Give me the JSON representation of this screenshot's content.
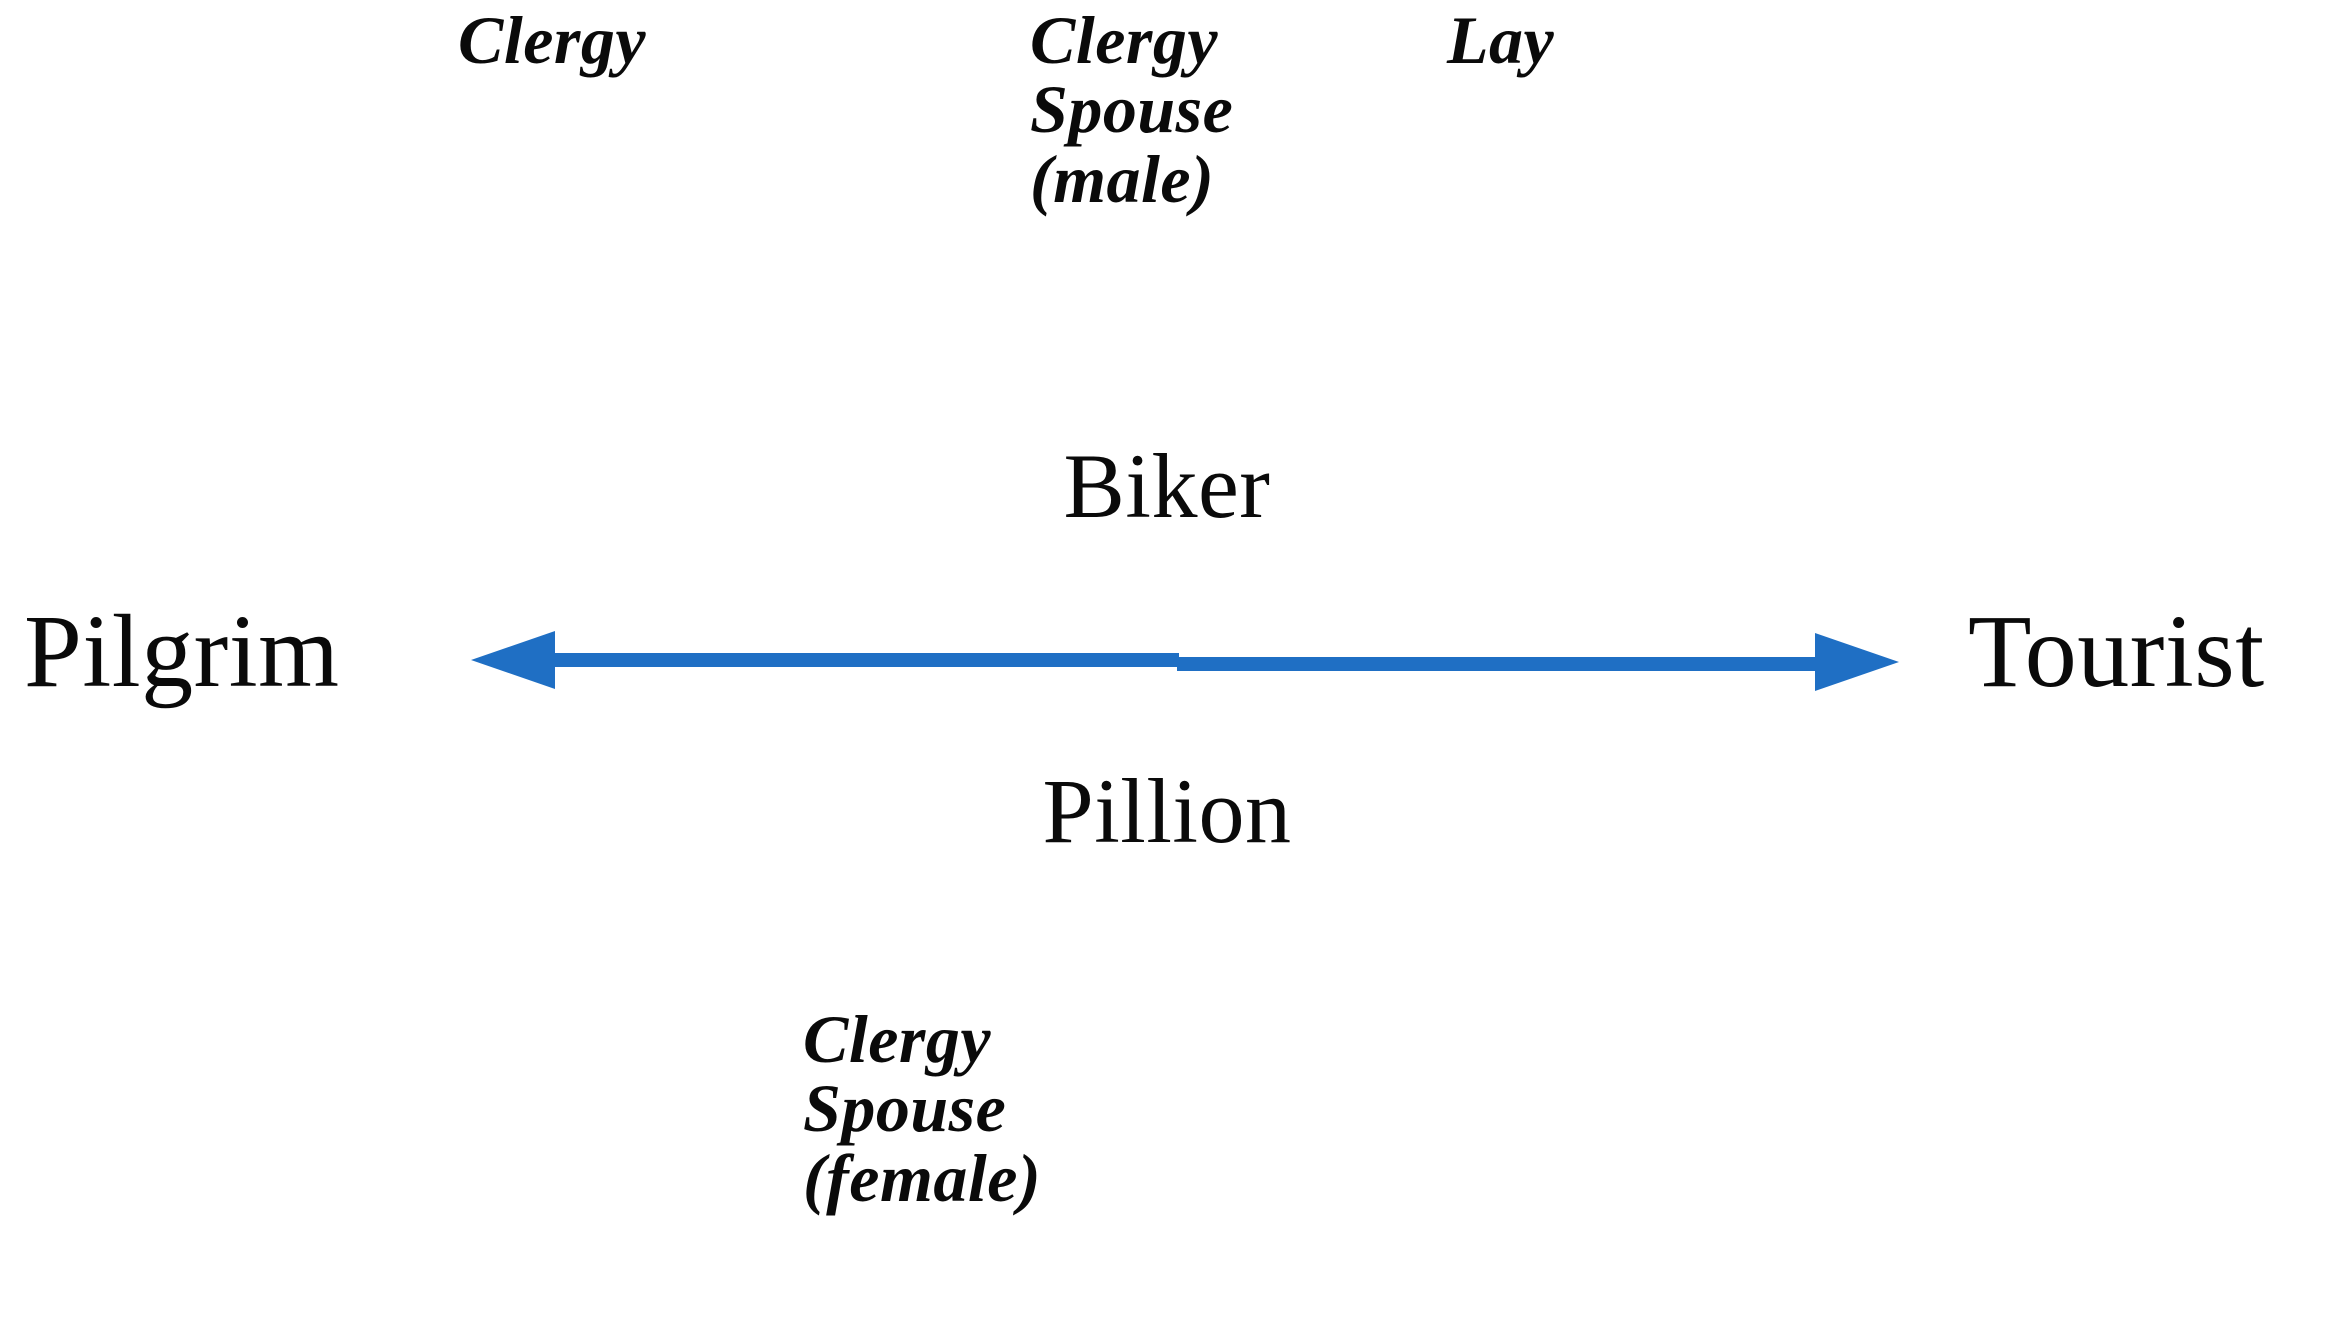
{
  "figure": {
    "type": "continuum-diagram",
    "background_color": "#ffffff",
    "text_color": "#0a0a0a",
    "arrow_color": "#1F6FC4"
  },
  "axis": {
    "left_pole": "Pilgrim",
    "right_pole": "Tourist",
    "arrow_style": "double-headed",
    "arrow_color": "#1F6FC4",
    "arrow_icon": "double-arrow-horizontal-icon"
  },
  "roles": {
    "above_axis": "Biker",
    "below_axis": "Pillion"
  },
  "annotations": {
    "top": [
      {
        "text": "Clergy",
        "lines": [
          "Clergy"
        ]
      },
      {
        "text": "Clergy Spouse (male)",
        "lines": [
          "Clergy",
          "Spouse",
          "(male)"
        ]
      },
      {
        "text": "Lay",
        "lines": [
          "Lay"
        ]
      }
    ],
    "bottom": [
      {
        "text": "Clergy Spouse (female)",
        "lines": [
          "Clergy",
          "Spouse",
          "(female)"
        ]
      }
    ]
  },
  "text": {
    "clergy": "Clergy",
    "clergy_spouse_male": "Clergy\nSpouse\n(male)",
    "lay": "Lay",
    "clergy_spouse_female": "Clergy\nSpouse\n(female)",
    "biker": "Biker",
    "pillion": "Pillion",
    "pilgrim": "Pilgrim",
    "tourist": "Tourist"
  }
}
